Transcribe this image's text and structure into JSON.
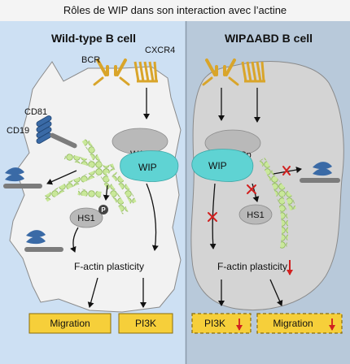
{
  "title": "Rôles de WIP dans son interaction avec l’actine",
  "panels": {
    "left": {
      "heading": "Wild-type B cell",
      "bcr": "BCR",
      "cxcr4": "CXCR4",
      "cd81": "CD81",
      "cd19": "CD19",
      "wasp": "WASp",
      "wip": "WIP",
      "hs1": "HS1",
      "phospho": "P",
      "factin": "F-actin plasticity",
      "out1": "Migration",
      "out2": "PI3K"
    },
    "right": {
      "heading": "WIPΔABD B cell",
      "wasp": "WASp",
      "wip": "WIP",
      "hs1": "HS1",
      "factin": "F-actin plasticity",
      "out1": "PI3K",
      "out2": "Migration"
    }
  },
  "colors": {
    "left_bg": "#cde0f3",
    "right_bg": "#b8c9da",
    "cell_light": "#f2f2f2",
    "cell_dark": "#d4d4d4",
    "receptor": "#d9a52a",
    "wasp": "#b9b9b9",
    "wip": "#5fd3d3",
    "actin": "#c9e89a",
    "cd81": "#3a6aa6",
    "cd19": "#7c7c7c",
    "inhibit": "#d1201f",
    "box": "#f6cf3a"
  }
}
